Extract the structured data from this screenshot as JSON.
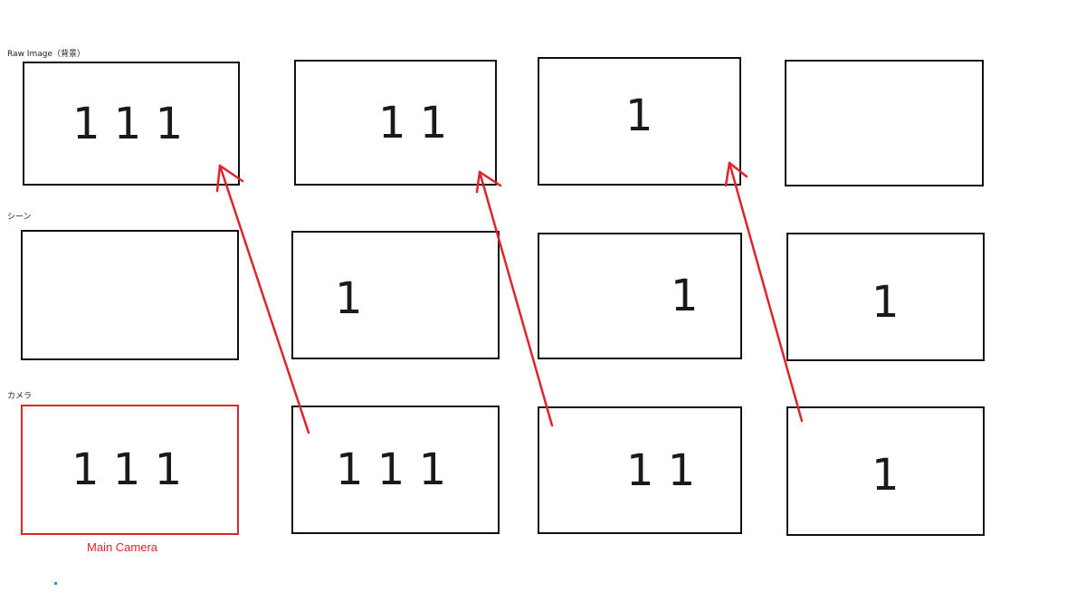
{
  "labels": {
    "raw_image": "Raw Image（背景）",
    "scene": "シーン",
    "camera": "カメラ",
    "main_camera": "Main Camera"
  },
  "raw_image_row": [
    {
      "digits": "1 1 1"
    },
    {
      "digits": "1 1"
    },
    {
      "digits": "1"
    },
    {
      "digits": ""
    }
  ],
  "scene_row": [
    {
      "digits": ""
    },
    {
      "digits": "1"
    },
    {
      "digits": "1"
    },
    {
      "digits": "1"
    }
  ],
  "camera_row": [
    {
      "digits": "1 1 1"
    },
    {
      "digits": "1 1 1"
    },
    {
      "digits": "1 1"
    },
    {
      "digits": "1"
    }
  ],
  "colors": {
    "arrow": "#e0242c",
    "main_camera_border": "#e0242c",
    "box_border": "#111111",
    "dot": "#2a8fd6"
  },
  "arrow_count": 3
}
